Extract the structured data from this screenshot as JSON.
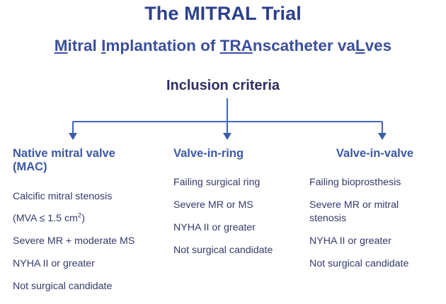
{
  "title": {
    "main": "The MITRAL Trial",
    "subtitle_parts": [
      {
        "text": "M",
        "underlined": true
      },
      {
        "text": "itral ",
        "underlined": false
      },
      {
        "text": "I",
        "underlined": true
      },
      {
        "text": "mplantation of ",
        "underlined": false
      },
      {
        "text": "TRA",
        "underlined": true
      },
      {
        "text": "nscatheter va",
        "underlined": false
      },
      {
        "text": "L",
        "underlined": true
      },
      {
        "text": "ves",
        "underlined": false
      }
    ],
    "subtitle_plain": "Mitral Implantation of TRAnscatheter vaLves"
  },
  "section": {
    "heading": "Inclusion criteria"
  },
  "columns": [
    {
      "heading": "Native mitral valve\n(MAC)",
      "items": [
        "Calcific mitral stenosis",
        "(MVA ≤ 1.5 cm2)",
        "Severe MR + moderate MS",
        "NYHA II or greater",
        "Not surgical candidate"
      ]
    },
    {
      "heading": "Valve-in-ring",
      "items": [
        "Failing surgical ring",
        "Severe MR or MS",
        "NYHA II or greater",
        "Not surgical candidate"
      ]
    },
    {
      "heading": "Valve-in-valve",
      "items": [
        "Failing bioprosthesis",
        "Severe MR or mitral\nstenosis",
        "NYHA II or greater",
        "Not surgical candidate"
      ]
    }
  ],
  "colors": {
    "title": "#2c3f8c",
    "subtitle": "#3b4f9e",
    "section_heading": "#2e2f63",
    "column_heading": "#3b58a8",
    "body_text": "#33396b",
    "connector": "#4169b8",
    "background": "#ffffff"
  }
}
